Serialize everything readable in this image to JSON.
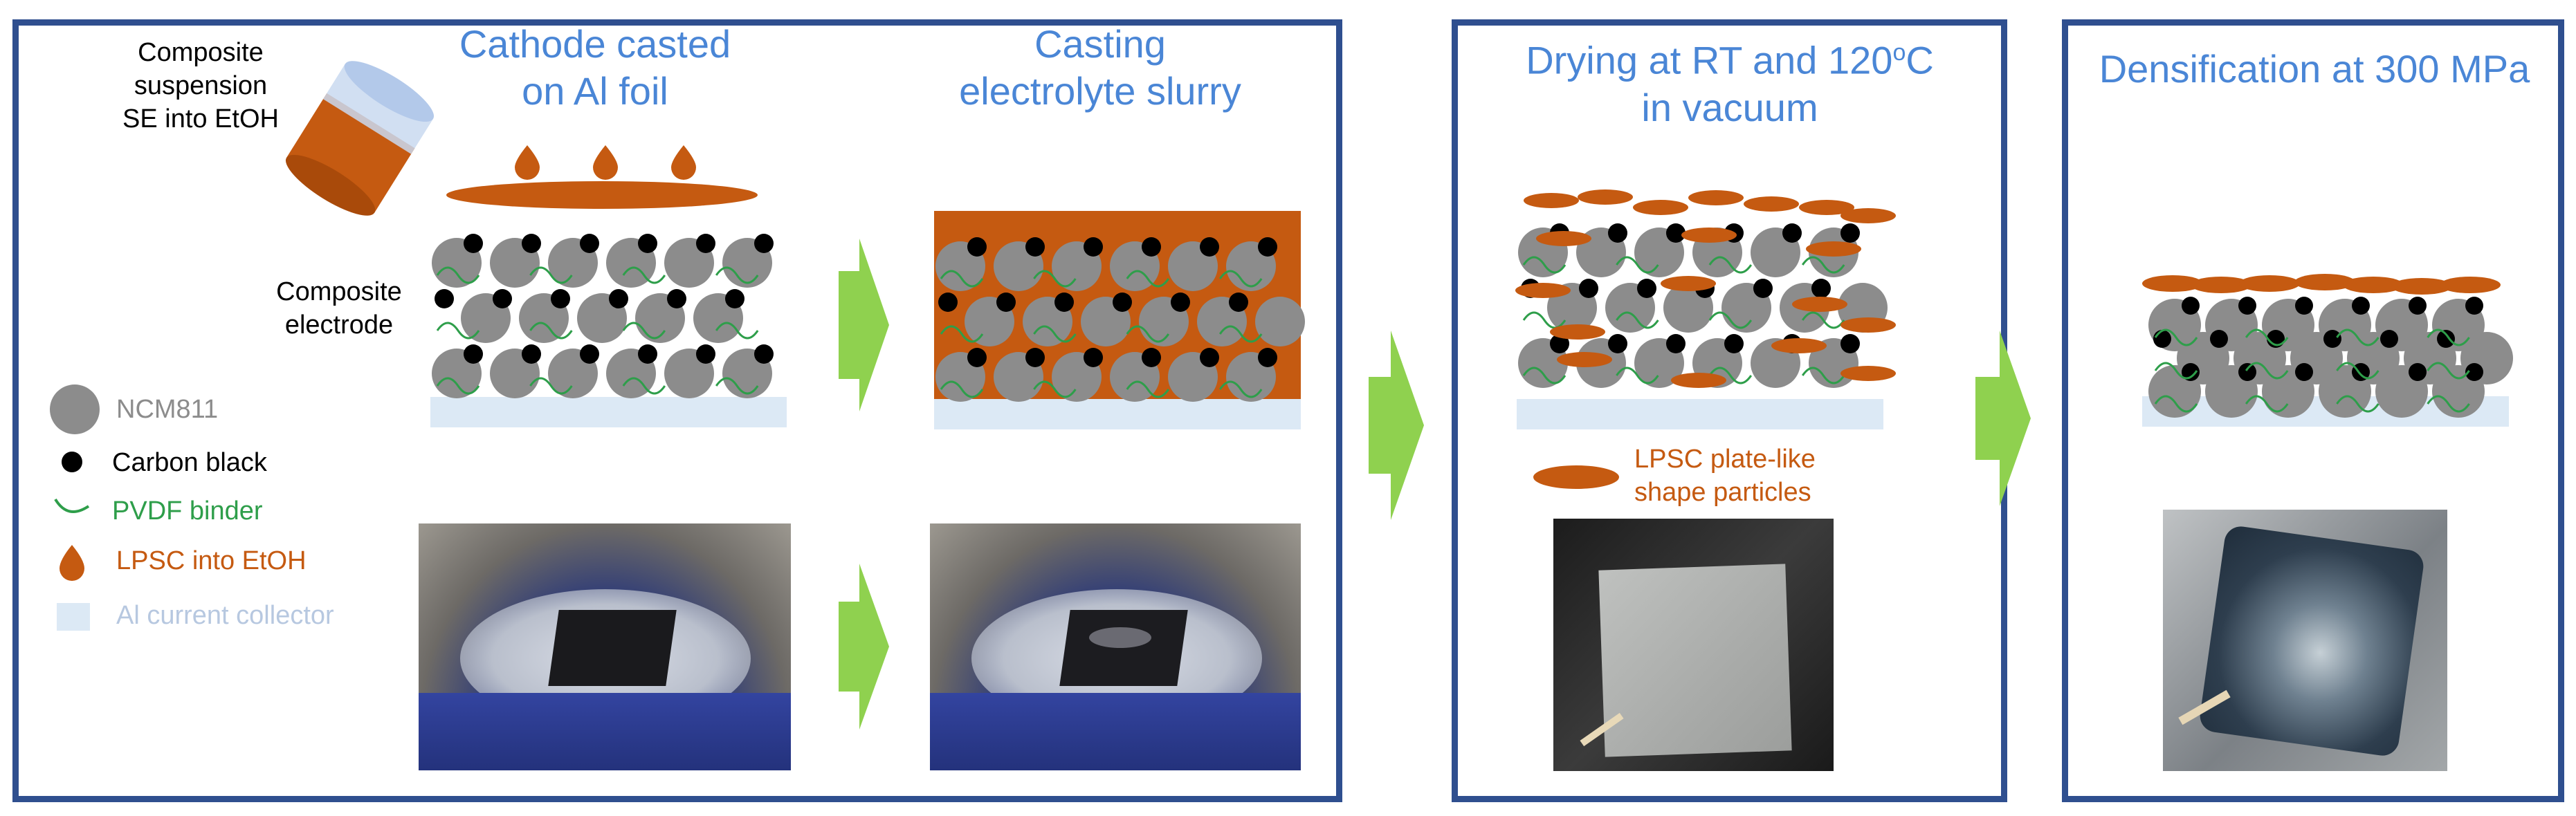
{
  "panels": [
    {
      "title_line1": "Cathode casted",
      "title_line2": "on Al foil",
      "title_line3": "Casting",
      "title_line4": "electrolyte slurry",
      "suspension_label": [
        "Composite",
        "suspension",
        "SE into EtOH"
      ],
      "electrode_label": [
        "Composite",
        "electrode"
      ]
    },
    {
      "title_line1": "Drying at RT and 120",
      "title_sup": "o",
      "title_unit": "C",
      "title_line2": "in vacuum",
      "particle_label": [
        "LPSC plate-like",
        "shape particles"
      ]
    },
    {
      "title_line1": "Densification at 300 MPa"
    }
  ],
  "legend": {
    "ncm": "NCM811",
    "carbon": "Carbon black",
    "pvdf": "PVDF binder",
    "lpsc": "LPSC into EtOH",
    "al": "Al current collector"
  },
  "colors": {
    "frame": "#2f4f8f",
    "title": "#4a86d6",
    "ncm": "#8c8c8c",
    "carbon": "#000000",
    "pvdf": "#2e9e4a",
    "lpsc": "#c55a11",
    "al": "#dce9f5",
    "arrow": "#8fd14f"
  },
  "icons": [
    "arrow-right-icon",
    "beaker-icon",
    "droplet-icon"
  ]
}
